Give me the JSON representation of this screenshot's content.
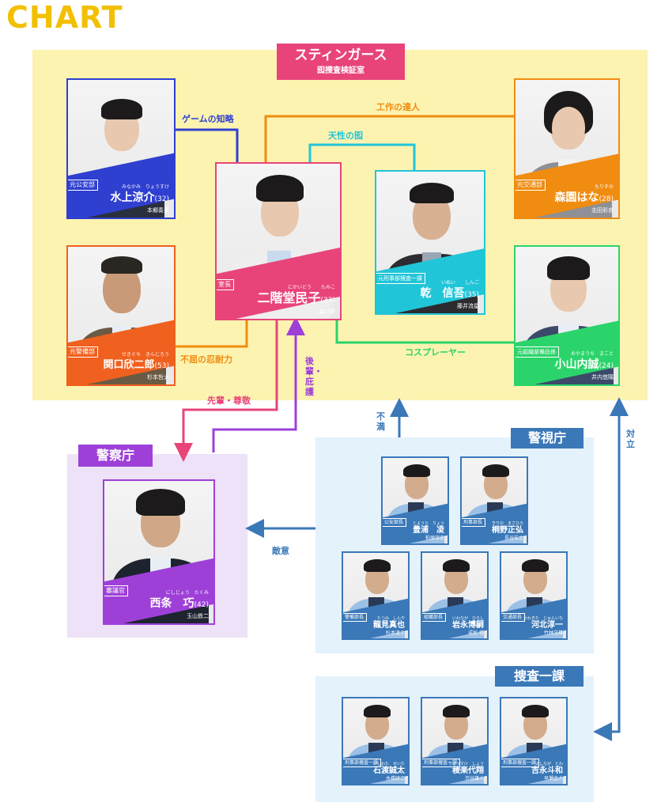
{
  "heading": "CHART",
  "colors": {
    "stingers_bg": "#fcf3b0",
    "npa_bg": "#ede2f7",
    "mpd_bg": "#e4f2fc",
    "pink": "#e8447a",
    "purple": "#9e40d8",
    "blue_steel": "#3a78b8",
    "royal": "#2f3fd0",
    "orange": "#f08c10",
    "red_orange": "#f0601e",
    "cyan": "#21c5d8",
    "green": "#2bd46a"
  },
  "groups": {
    "stingers": {
      "title": "スティンガース",
      "subtitle": "囮捜査検証室"
    },
    "npa": {
      "title": "警察庁"
    },
    "mpd": {
      "title": "警視庁"
    },
    "sousa": {
      "title": "捜査一課"
    }
  },
  "main_cast": {
    "mizukami": {
      "role": "元公安部",
      "ruby": "みなかみ　りょうすけ",
      "name": "水上涼介",
      "age": "(32)",
      "actor": "本郷奏多",
      "color": "#2f3fd0"
    },
    "sekiguchi": {
      "role": "元警備部",
      "ruby": "せきぐち　きんじろう",
      "name": "関口欣二郎",
      "age": "(53)",
      "actor": "杉本哲太",
      "color": "#f0601e"
    },
    "nikaido": {
      "role": "室長",
      "ruby": "にかいどう　　たみこ",
      "name": "二階堂民子",
      "age": "(33)",
      "actor": "森川葵",
      "color": "#e8447a"
    },
    "inui": {
      "role": "元刑事部捜査一課",
      "ruby": "いぬい　　しんご",
      "name": "乾　信吾",
      "age": "(35)",
      "actor": "藤井流星",
      "color": "#21c5d8"
    },
    "morizono": {
      "role": "元交通部",
      "ruby": "もりぞの",
      "name": "森園はな",
      "age": "(28)",
      "actor": "志田彩良",
      "color": "#f08c10"
    },
    "koyama": {
      "role": "元組織部備品係",
      "ruby": "おやまうち　まこと",
      "name": "小山内誠",
      "age": "(24)",
      "actor": "井内悠陽",
      "color": "#2bd46a"
    },
    "saijo": {
      "role": "審議官",
      "ruby": "にしじょう　たくみ",
      "name": "西条　巧",
      "age": "(42)",
      "actor": "玉山鉄二",
      "color": "#9e40d8"
    }
  },
  "mpd_members": [
    {
      "role": "公安部長",
      "ruby": "とようら　りょう",
      "name": "豊浦　凌",
      "actor": "柏原収史"
    },
    {
      "role": "刑事部長",
      "ruby": "きりの　まさひろ",
      "name": "桐野正弘",
      "actor": "長谷宏之"
    },
    {
      "role": "警備部長",
      "ruby": "たつみ　しんや",
      "name": "龍見真也",
      "actor": "杉本凌士"
    },
    {
      "role": "組織部長",
      "ruby": "いわなが　ひろし",
      "name": "岩永博嗣",
      "actor": "成松 修"
    },
    {
      "role": "交通部長",
      "ruby": "かわきた　じゅんいち",
      "name": "河北淳一",
      "actor": "竹林文雄"
    }
  ],
  "sousa_members": [
    {
      "role": "刑事部捜査一課",
      "ruby": "いしわた　せいた",
      "name": "石渡誠太",
      "actor": "水橋研二"
    },
    {
      "role": "刑事部捜査一課",
      "ruby": "りょうすけ　しょう",
      "name": "稜楽代翔",
      "actor": "渋谷謙人"
    },
    {
      "role": "刑事部捜査一課",
      "ruby": "よしなが　とわ",
      "name": "吉永斗和",
      "actor": "早瀬金人"
    }
  ],
  "relations": {
    "game": "ゲームの知略",
    "craft": "工作の達人",
    "natural": "天性の囮",
    "endurance": "不屈の忍耐力",
    "cosplay": "コスプレーヤー",
    "senpai": "先輩・尊敬",
    "kohai": "後輩・庇護",
    "dissatisfied": "不満",
    "hostility": "敵意",
    "opposition": "対立"
  }
}
